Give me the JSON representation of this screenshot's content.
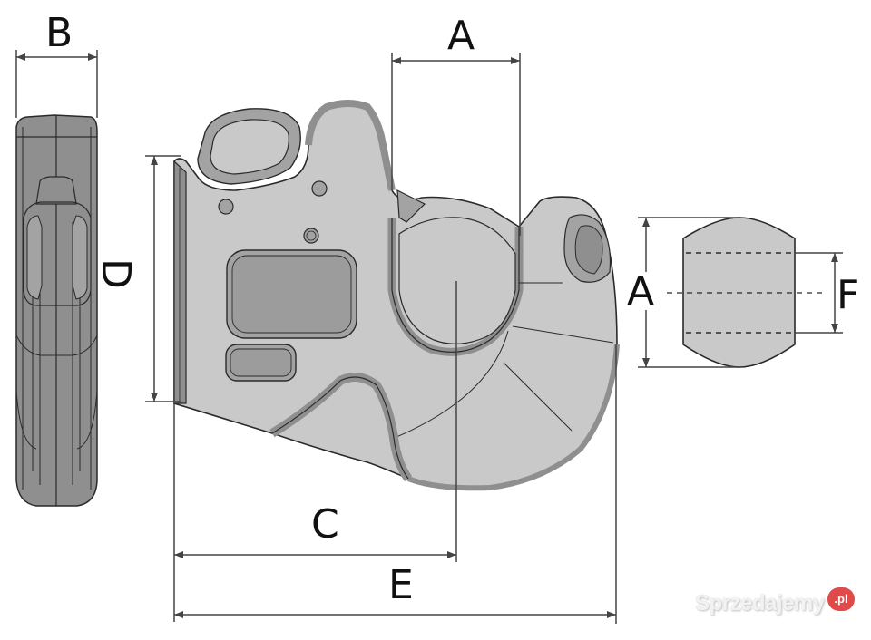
{
  "diagram": {
    "subject": "tractor pick-up hitch hook with ball",
    "views": [
      "side-edge-view",
      "front-profile-view",
      "ball-section-view"
    ],
    "dimensions": {
      "A_top": "A",
      "B": "B",
      "C": "C",
      "D": "D",
      "E": "E",
      "A_ball": "A",
      "F": "F"
    },
    "colors": {
      "body_fill": "#c9c9c9",
      "rib_fill": "#a3a3a3",
      "edge_fill": "#8f8f8f",
      "outline": "#2a2a2a",
      "dimension_line": "#444444",
      "label": "#111111"
    }
  },
  "watermark": {
    "text": "Sprzedajemy",
    "badge": ".pl",
    "badge_color": "#e04a4a"
  }
}
